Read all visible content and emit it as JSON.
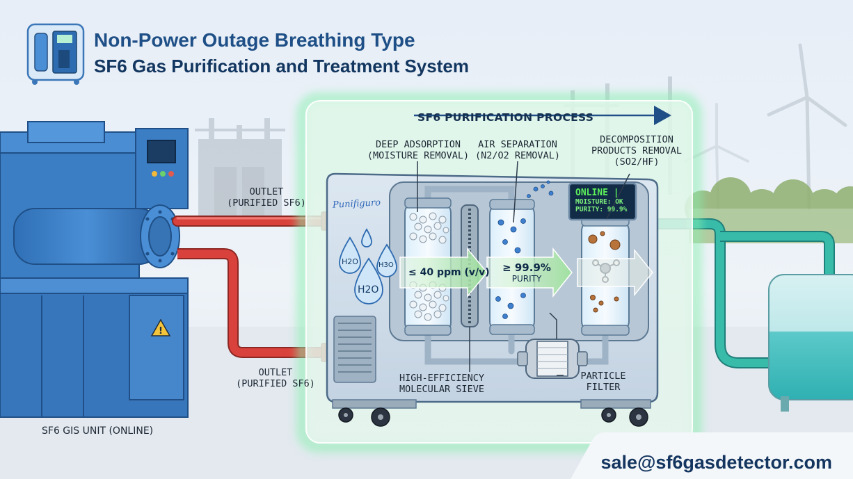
{
  "header": {
    "title_line1": "Non-Power Outage Breathing Type",
    "title_line2": "SF6 Gas Purification and Treatment System"
  },
  "process": {
    "title": "SF6 PURIFICATION PROCESS",
    "stage1": {
      "line1": "DEEP ADSORPTION",
      "line2": "(MOISTURE REMOVAL)",
      "stat": "≤ 40 ppm (v/v)"
    },
    "stage2": {
      "line1": "AIR SEPARATION",
      "line2": "(N2/O2 REMOVAL)",
      "stat_line1": "≥ 99.9%",
      "stat_line2": "PURITY"
    },
    "stage3": {
      "line1": "DECOMPOSITION",
      "line2": "PRODUCTS REMOVAL",
      "line3": "(SO2/HF)"
    },
    "sieve": {
      "line1": "HIGH-EFFICIENCY",
      "line2": "MOLECULAR SIEVE"
    },
    "filter": {
      "line1": "PARTICLE",
      "line2": "FILTER"
    }
  },
  "screen": {
    "line1": "ONLINE |",
    "line2": "MOISTURE: OK",
    "line3": "PURITY: 99.9%"
  },
  "brand": "Punifiguro",
  "outlet_top": {
    "line1": "OUTLET",
    "line2": "(PURIFIED SF6)"
  },
  "outlet_bottom": {
    "line1": "OUTLET",
    "line2": "(PURIFIED SF6)"
  },
  "water_labels": {
    "a": "H2O",
    "b": "H3O",
    "c": "H2O"
  },
  "gis_label": "SF6 GIS UNIT (ONLINE)",
  "contact_email": "sale@sf6gasdetector.com",
  "colors": {
    "title": "#1e4f86",
    "glow": "#7ff0a6",
    "pipe_red": "#d9423c",
    "pipe_teal": "#35b8a6",
    "machine_blue": "#3e7fc4",
    "screen_green": "#5cf05a"
  }
}
